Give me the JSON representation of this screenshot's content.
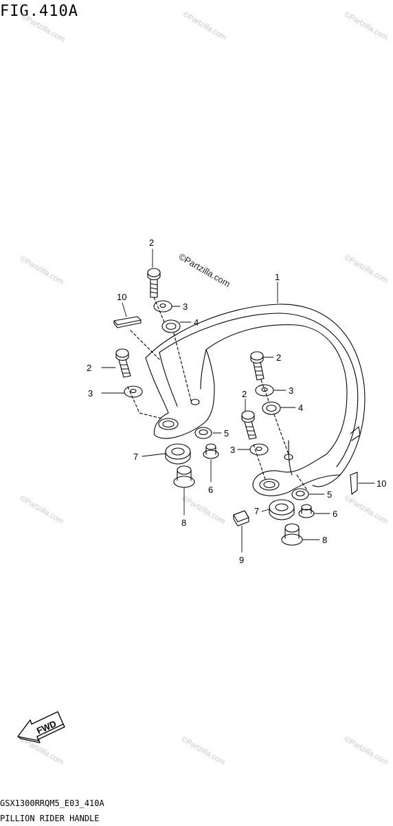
{
  "figure": {
    "title": "FIG.410A"
  },
  "watermark": {
    "text": "©Partzilla.com"
  },
  "callouts": [
    {
      "id": "c1",
      "label": "1"
    },
    {
      "id": "c2a",
      "label": "2"
    },
    {
      "id": "c2b",
      "label": "2"
    },
    {
      "id": "c2c",
      "label": "2"
    },
    {
      "id": "c2d",
      "label": "2"
    },
    {
      "id": "c3a",
      "label": "3"
    },
    {
      "id": "c3b",
      "label": "3"
    },
    {
      "id": "c3c",
      "label": "3"
    },
    {
      "id": "c3d",
      "label": "3"
    },
    {
      "id": "c4a",
      "label": "4"
    },
    {
      "id": "c4b",
      "label": "4"
    },
    {
      "id": "c5a",
      "label": "5"
    },
    {
      "id": "c5b",
      "label": "5"
    },
    {
      "id": "c6a",
      "label": "6"
    },
    {
      "id": "c6b",
      "label": "6"
    },
    {
      "id": "c7a",
      "label": "7"
    },
    {
      "id": "c7b",
      "label": "7"
    },
    {
      "id": "c8a",
      "label": "8"
    },
    {
      "id": "c8b",
      "label": "8"
    },
    {
      "id": "c9",
      "label": "9"
    },
    {
      "id": "c10a",
      "label": "10"
    },
    {
      "id": "c10b",
      "label": "10"
    }
  ],
  "fwd_badge": {
    "label": "FWD"
  },
  "footer": {
    "model_code": "GSX1300RRQM5_E03_410A",
    "section_name": "PILLION RIDER HANDLE"
  }
}
